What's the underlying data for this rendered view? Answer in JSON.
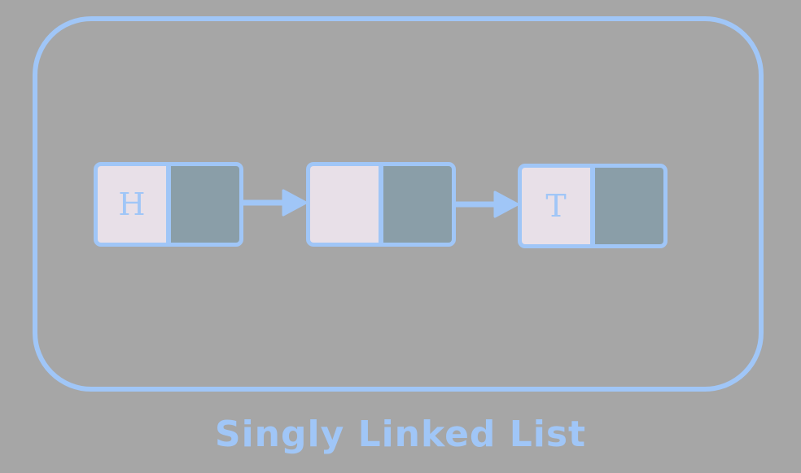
{
  "diagram": {
    "nodes": [
      {
        "data_label": "H"
      },
      {
        "data_label": ""
      },
      {
        "data_label": "T"
      }
    ],
    "edges": [
      {
        "from": 0,
        "to": 1
      },
      {
        "from": 1,
        "to": 2
      }
    ],
    "caption": "Singly Linked List"
  },
  "colors": {
    "background": "#a6a6a6",
    "outline": "#a0c6f7",
    "data_cell": "#e8e0e8",
    "pointer_cell": "#8a9ea8"
  }
}
